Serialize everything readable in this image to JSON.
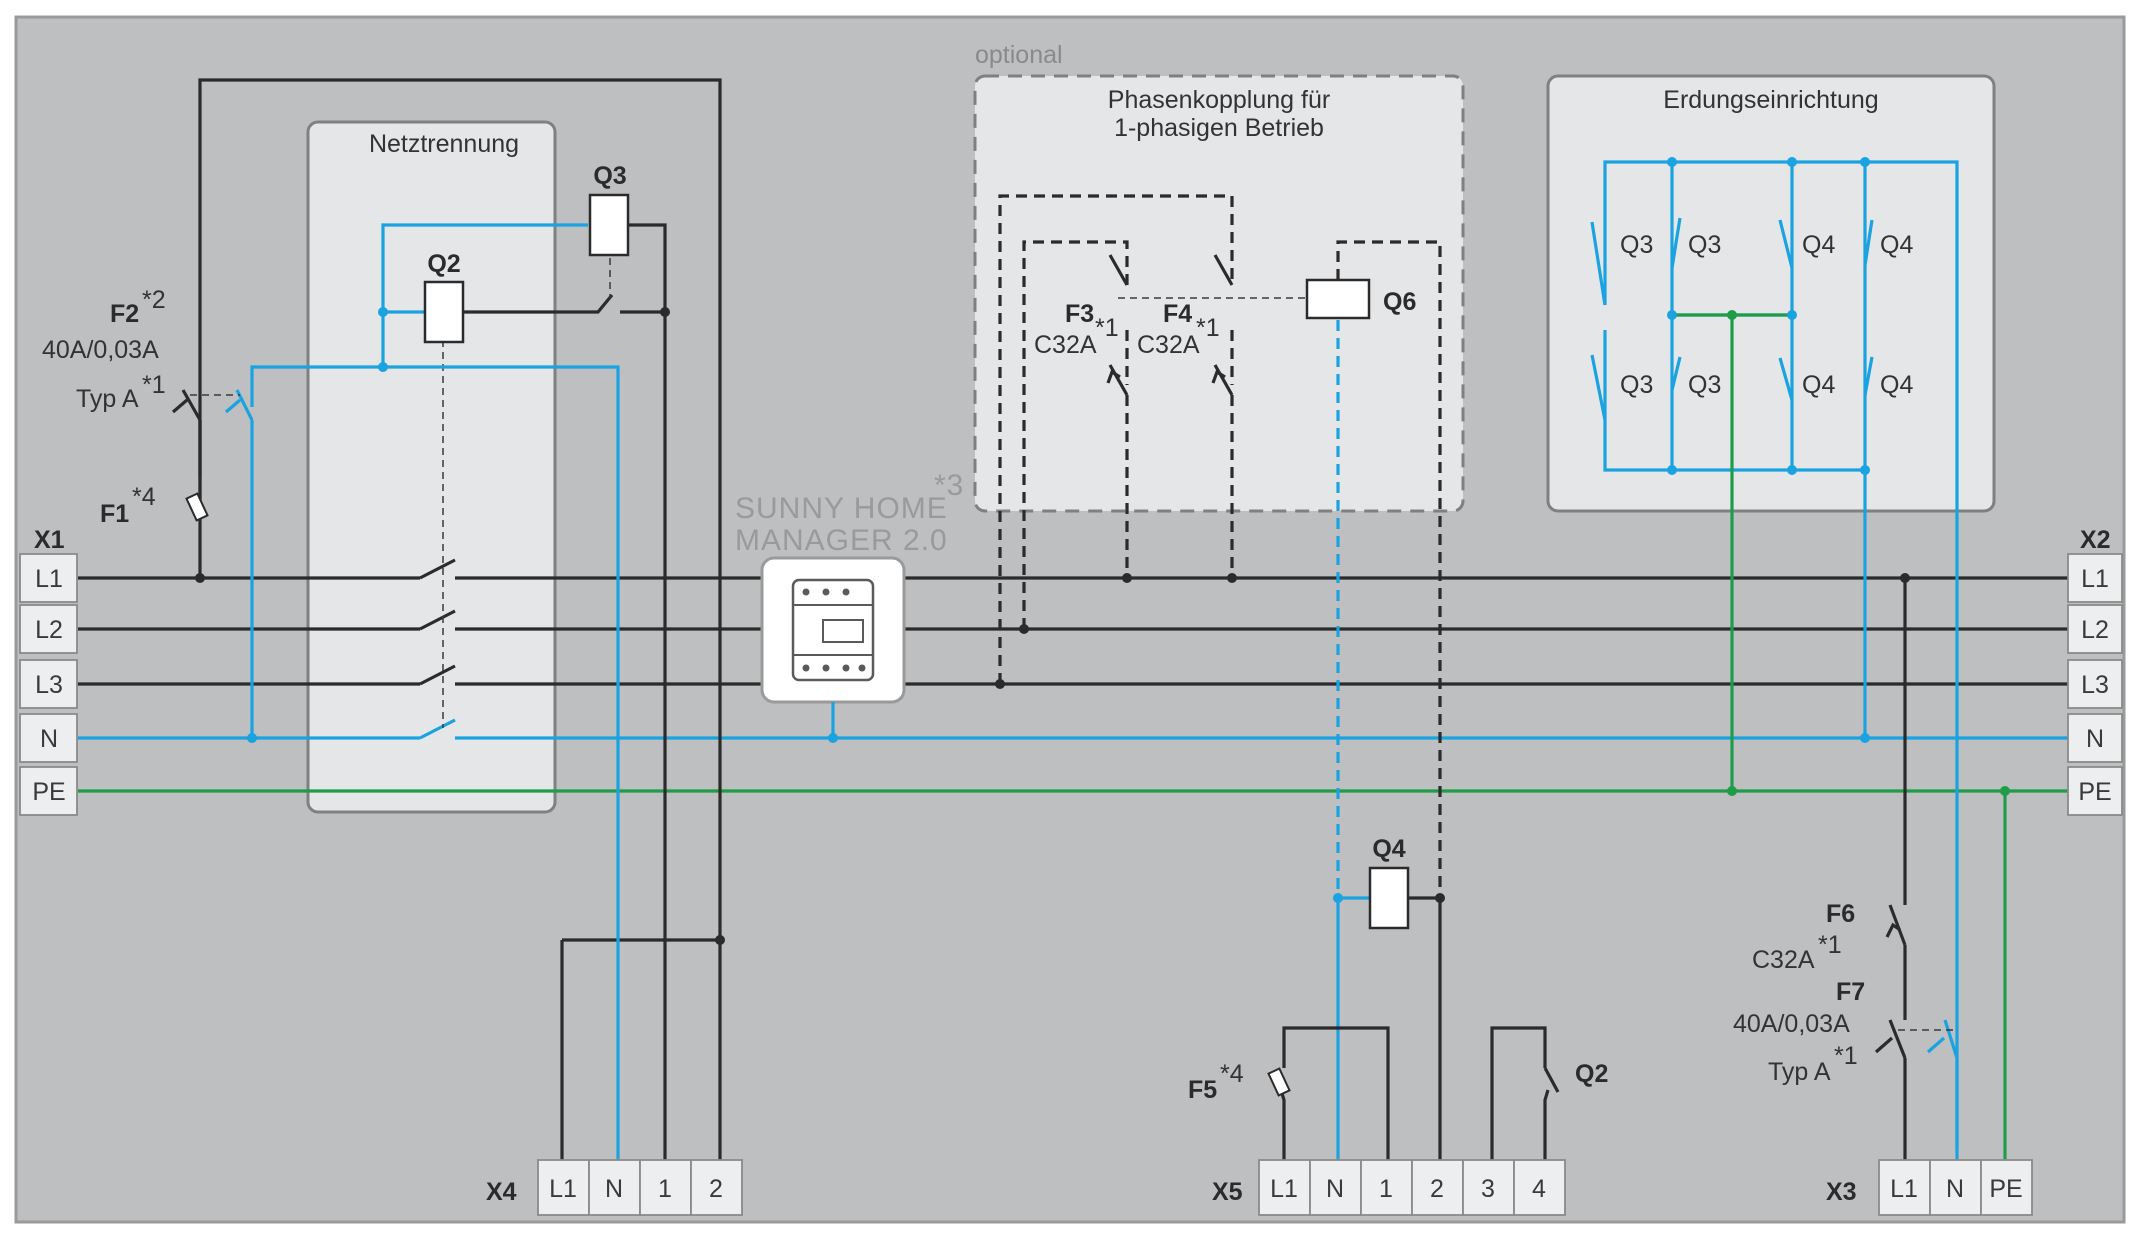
{
  "colors": {
    "background": "#bdbfc1",
    "panel": "#e4e6e8",
    "conductor_phase": "#2b2b2b",
    "conductor_neutral": "#1aa3e0",
    "conductor_pe": "#1f9c48"
  },
  "labels": {
    "optional": "optional",
    "netztrennung": "Netztrennung",
    "phasenkopplung_line1": "Phasenkopplung für",
    "phasenkopplung_line2": "1-phasigen Betrieb",
    "erdung": "Erdungseinrichtung",
    "shm_line1": "SUNNY HOME",
    "shm_line2": "MANAGER 2.0",
    "shm_note": "*3"
  },
  "components": {
    "q2": "Q2",
    "q3": "Q3",
    "q4": "Q4",
    "q6": "Q6",
    "f1": "F1",
    "f1_note": "*4",
    "f2": "F2",
    "f2_note": "*2",
    "f2_rating": "40A/0,03A",
    "f2_type": "Typ A",
    "f2_type_note": "*1",
    "f3": "F3",
    "f3_note": "*1",
    "f3_rating": "C32A",
    "f4": "F4",
    "f4_note": "*1",
    "f4_rating": "C32A",
    "f5": "F5",
    "f5_note": "*4",
    "f6": "F6",
    "f6_rating": "C32A",
    "f6_note": "*1",
    "f7": "F7",
    "f7_rating": "40A/0,03A",
    "f7_type": "Typ A",
    "f7_type_note": "*1",
    "q2_contact": "Q2"
  },
  "erdung_labels": [
    "Q3",
    "Q3",
    "Q4",
    "Q4",
    "Q3",
    "Q3",
    "Q4",
    "Q4"
  ],
  "x1": {
    "name": "X1",
    "terminals": [
      "L1",
      "L2",
      "L3",
      "N",
      "PE"
    ]
  },
  "x2": {
    "name": "X2",
    "terminals": [
      "L1",
      "L2",
      "L3",
      "N",
      "PE"
    ]
  },
  "x4": {
    "name": "X4",
    "terminals": [
      "L1",
      "N",
      "1",
      "2"
    ]
  },
  "x5": {
    "name": "X5",
    "terminals": [
      "L1",
      "N",
      "1",
      "2",
      "3",
      "4"
    ]
  },
  "x3": {
    "name": "X3",
    "terminals": [
      "L1",
      "N",
      "PE"
    ]
  }
}
